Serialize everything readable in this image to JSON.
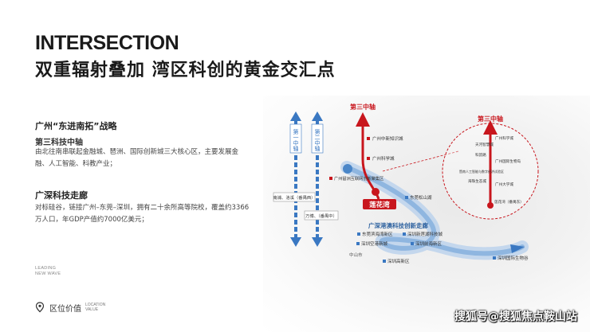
{
  "header": {
    "title_en": "INTERSECTION",
    "title_cn": "双重辐射叠加 湾区科创的黄金交汇点"
  },
  "strategy": {
    "title": "广州“东进南拓”战略",
    "axis_title": "第三科技中轴",
    "axis_body": "由北往南串联起金融城、琶洲、国际创新城三大核心区，主要发展金融、人工智能、科教产业；"
  },
  "corridor": {
    "title": "广深科技走廊",
    "body": "对标硅谷，链接广州–东莞–深圳，拥有二十余所高等院校，覆盖约3366万人口，年GDP产值约7000亿美元；"
  },
  "leading": {
    "line1": "LEADING",
    "line2": "NEW WAVE"
  },
  "footer": {
    "label": "区位价值",
    "en_line1": "LOCATION",
    "en_line2": "VALUE"
  },
  "map": {
    "axis1_label": "第一中轴",
    "axis2_label": "第二中轴",
    "axis3_label": "第三中轴",
    "box1": "南浦、洛溪（番禺西）",
    "box2": "万博、（番禺中）",
    "nodes": {
      "n1": "广州中新知识城",
      "n2": "广州科学城",
      "n3": "广州琶洲互联网创新聚集区",
      "n4": "东莞松山湖",
      "n5": "东莞滨海湾新区",
      "n6": "深圳空港新城",
      "n7": "深圳前海新区",
      "n8": "深圳国际生物谷",
      "n9": "深圳新莲湖科技城",
      "n10": "深圳高新区",
      "n11": "中山市"
    },
    "project_label": "莲花湾",
    "corridor_label": "广深港澳科技创新走廊"
  },
  "zoom": {
    "title": "第三中轴",
    "items": [
      "天河智慧城",
      "科韵路",
      "广州科学城",
      "广州国际生物岛",
      "暨南人工智能与数字经济试验区",
      "海珠生态城",
      "广州大学城"
    ],
    "project_label": "莲花湾（番禺东）"
  },
  "watermark": "搜狐号@搜狐焦点鞍山站",
  "colors": {
    "red": "#c8161d",
    "blue": "#3a78c2",
    "light_blue": "#8fb6e0"
  }
}
